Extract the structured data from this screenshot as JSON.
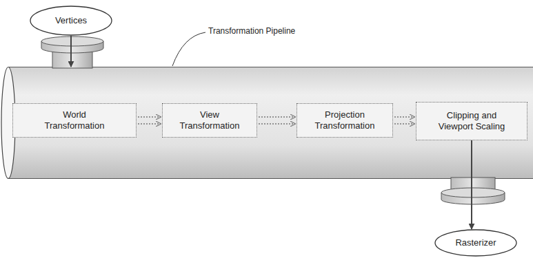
{
  "diagram": {
    "nodes": [
      {
        "text": [
          "Vertices"
        ]
      },
      {
        "text": [
          "Transformation Pipeline"
        ]
      },
      {
        "text": [
          "World Transformation"
        ],
        "in": 1
      },
      {
        "text": [
          "View Transformation"
        ],
        "in": 1
      },
      {
        "text": [
          "Projection Transformation"
        ],
        "in": 1
      },
      {
        "text": [
          "Clipping and Viewport Scaling"
        ],
        "in": 1
      },
      {
        "text": [
          "Rasterizer"
        ]
      }
    ],
    "edges": [
      {
        "from": 0,
        "to": 1,
        "arrow": "to"
      },
      {
        "from": 2,
        "to": 3,
        "arrow": "to"
      },
      {
        "from": 3,
        "to": 4,
        "arrow": "to"
      },
      {
        "from": 4,
        "to": 5,
        "arrow": "to"
      },
      {
        "from": 5,
        "to": 6,
        "arrow": "to"
      }
    ]
  }
}
